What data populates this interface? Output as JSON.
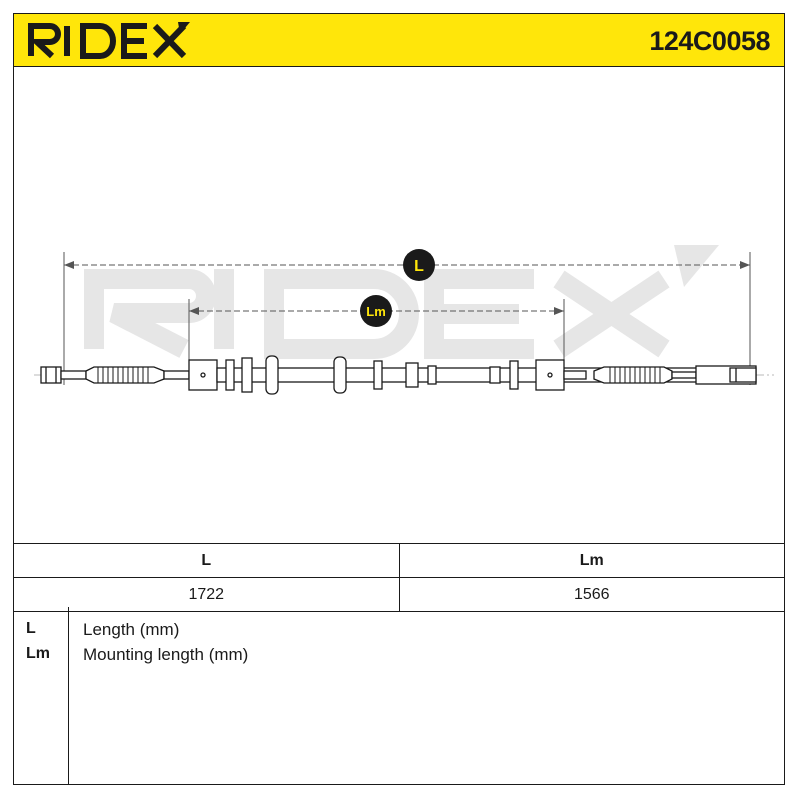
{
  "header": {
    "brand": "RIDEX",
    "part_number": "124C0058",
    "background_color": "#ffe60a"
  },
  "drawing": {
    "dimension_l_label": "L",
    "dimension_lm_label": "Lm",
    "watermark": "RIDEX",
    "badge_color": "#ffe60a"
  },
  "spec_table": {
    "columns": [
      "L",
      "Lm"
    ],
    "values": [
      "1722",
      "1566"
    ]
  },
  "legend": {
    "items": [
      {
        "key": "L",
        "description": "Length (mm)"
      },
      {
        "key": "Lm",
        "description": "Mounting length (mm)"
      }
    ]
  }
}
